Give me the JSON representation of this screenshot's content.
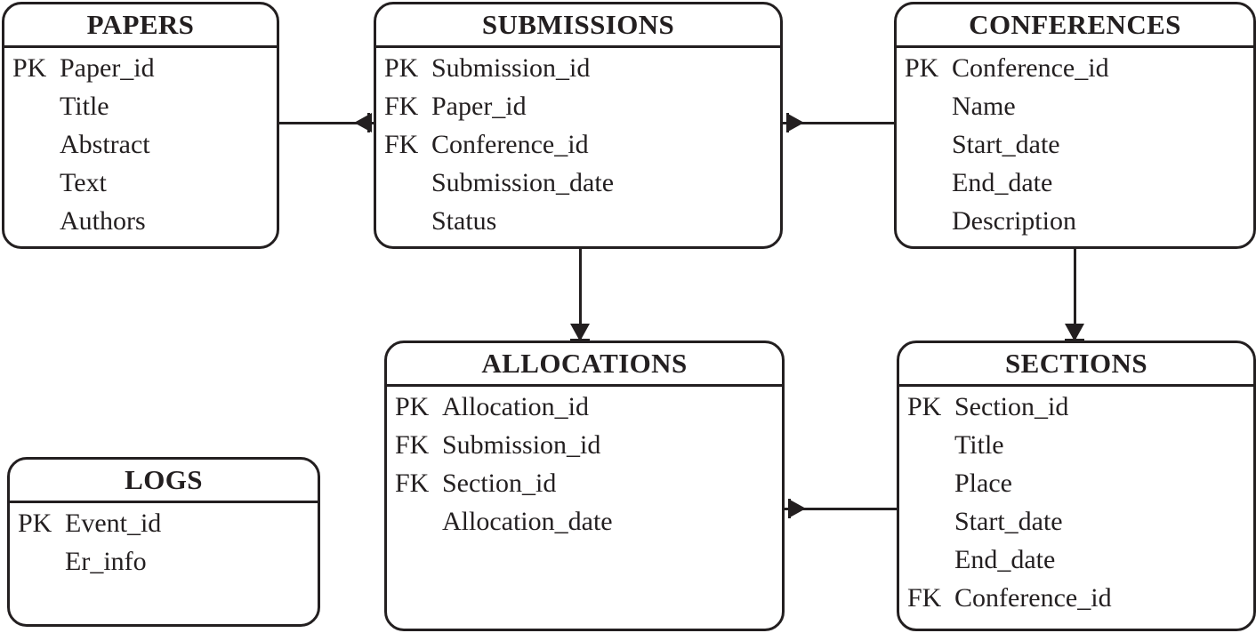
{
  "diagram": {
    "type": "entity-relationship-diagram",
    "notation": "crow's foot",
    "line_color": "#231f20",
    "background": "#ffffff",
    "entities": [
      {
        "id": "papers",
        "name": "PAPERS",
        "attributes": [
          {
            "key": "PK",
            "name": "Paper_id"
          },
          {
            "key": "",
            "name": "Title"
          },
          {
            "key": "",
            "name": "Abstract"
          },
          {
            "key": "",
            "name": "Text"
          },
          {
            "key": "",
            "name": "Authors"
          }
        ]
      },
      {
        "id": "submissions",
        "name": "SUBMISSIONS",
        "attributes": [
          {
            "key": "PK",
            "name": "Submission_id"
          },
          {
            "key": "FK",
            "name": "Paper_id"
          },
          {
            "key": "FK",
            "name": "Conference_id"
          },
          {
            "key": "",
            "name": "Submission_date"
          },
          {
            "key": "",
            "name": "Status"
          }
        ]
      },
      {
        "id": "conferences",
        "name": "CONFERENCES",
        "attributes": [
          {
            "key": "PK",
            "name": "Conference_id"
          },
          {
            "key": "",
            "name": "Name"
          },
          {
            "key": "",
            "name": "Start_date"
          },
          {
            "key": "",
            "name": "End_date"
          },
          {
            "key": "",
            "name": "Description"
          }
        ]
      },
      {
        "id": "allocations",
        "name": "ALLOCATIONS",
        "attributes": [
          {
            "key": "PK",
            "name": "Allocation_id"
          },
          {
            "key": "FK",
            "name": "Submission_id"
          },
          {
            "key": "FK",
            "name": "Section_id"
          },
          {
            "key": "",
            "name": "Allocation_date"
          }
        ]
      },
      {
        "id": "sections",
        "name": "SECTIONS",
        "attributes": [
          {
            "key": "PK",
            "name": "Section_id"
          },
          {
            "key": "",
            "name": "Title"
          },
          {
            "key": "",
            "name": "Place"
          },
          {
            "key": "",
            "name": "Start_date"
          },
          {
            "key": "",
            "name": "End_date"
          },
          {
            "key": "FK",
            "name": "Conference_id"
          }
        ]
      },
      {
        "id": "logs",
        "name": "LOGS",
        "attributes": [
          {
            "key": "PK",
            "name": "Event_id"
          },
          {
            "key": "",
            "name": "Er_info"
          }
        ]
      }
    ],
    "relationships": [
      {
        "id": "papers-submissions",
        "from": "PAPERS",
        "to": "SUBMISSIONS",
        "many_at": "SUBMISSIONS"
      },
      {
        "id": "conferences-submissions",
        "from": "CONFERENCES",
        "to": "SUBMISSIONS",
        "many_at": "SUBMISSIONS"
      },
      {
        "id": "submissions-allocations",
        "from": "SUBMISSIONS",
        "to": "ALLOCATIONS",
        "many_at": "ALLOCATIONS"
      },
      {
        "id": "conferences-sections",
        "from": "CONFERENCES",
        "to": "SECTIONS",
        "many_at": "SECTIONS"
      },
      {
        "id": "sections-allocations",
        "from": "SECTIONS",
        "to": "ALLOCATIONS",
        "many_at": "ALLOCATIONS"
      }
    ]
  }
}
